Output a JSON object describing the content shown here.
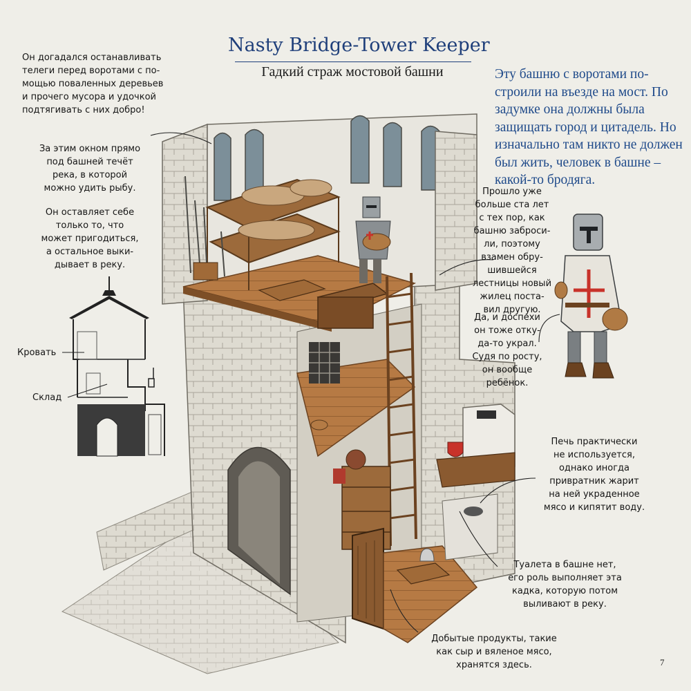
{
  "title": "Nasty Bridge-Tower Keeper",
  "subtitle": "Гадкий страж мостовой башни",
  "intro": "Эту башню с воротами по-строили на въезде на мост. По задумке она должны была защищать город и цитадель. Но изначально там никто не должен был жить, человек в башне – какой-то бродяга.",
  "notes": {
    "carts": "Он догадался останавливать\nтелеги перед воротами с по-\nмощью поваленных деревьев\nи прочего мусора и удочкой\nподтягивать с них добро!",
    "window": "За этим окном прямо\nпод башней течёт\nрека, в которой\nможно удить рыбу.",
    "keeps": "Он оставляет себе\nтолько то, что\nможет пригодиться,\nа остальное выки-\nдывает в реку.",
    "ladder": "Прошло уже\nбольше ста лет\nс тех пор, как\nбашню заброси-\nли, поэтому\nвзамен обру-\nшившейся\nлестницы новый\nжилец поста-\nвил другую.",
    "armor": "Да, и доспехи\nон тоже отку-\nда-то украл.\nСудя по росту,\nон вообще\nребёнок.",
    "stove": "Печь практически\nне используется,\nоднако иногда\nпривратник жарит\nна ней украденное\nмясо и кипятит воду.",
    "toilet": "Туалета в башне нет,\nего роль выполняет эта\nкадка, которую потом\nвыливают в реку.",
    "storage": "Добытые продукты, такие\nкак сыр и вяленое мясо,\nхранятся здесь."
  },
  "diagram": {
    "bed_label": "Кровать",
    "storage_label": "Склад"
  },
  "page_number": "7",
  "colors": {
    "title": "#1f3f7a",
    "intro": "#1f4a8a",
    "stone": "#d9d6cc",
    "wood": "#a9713f",
    "background": "#efeee8"
  },
  "icons": [
    "tower-cutaway-illustration",
    "knight-keeper-figure",
    "tower-section-diagram"
  ]
}
